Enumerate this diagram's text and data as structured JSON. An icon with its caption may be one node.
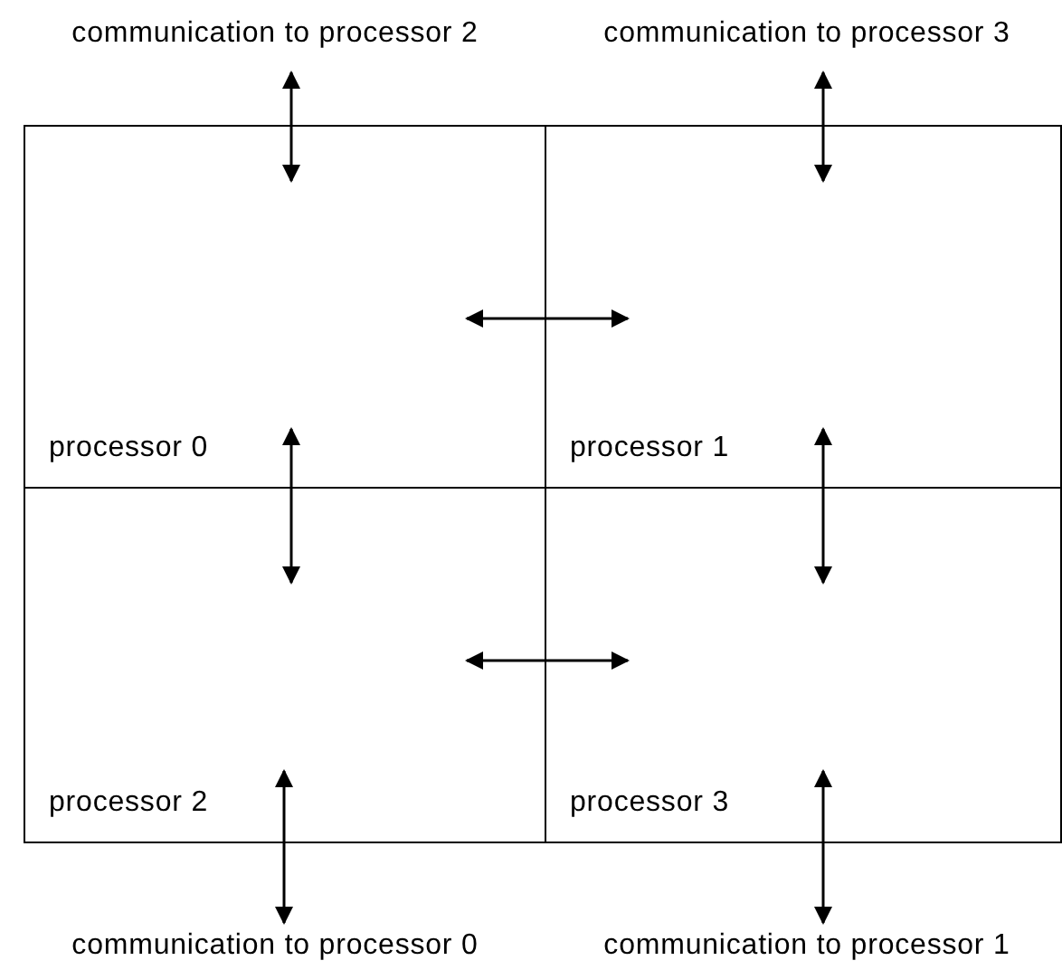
{
  "diagram": {
    "nodes": [
      {
        "text": [
          "communication to processor 2"
        ]
      },
      {
        "text": [
          "communication to processor 3"
        ]
      },
      {
        "text": [
          "processor 0"
        ]
      },
      {
        "text": [
          "processor 1"
        ]
      },
      {
        "text": [
          "processor 2"
        ]
      },
      {
        "text": [
          "processor 3"
        ]
      },
      {
        "text": [
          "communication to processor 0"
        ]
      },
      {
        "text": [
          "communication to processor 1"
        ]
      }
    ],
    "edges": [
      {
        "from": 0,
        "to": 2,
        "arrow": "both"
      },
      {
        "from": 1,
        "to": 3,
        "arrow": "both"
      },
      {
        "from": 2,
        "to": 3,
        "arrow": "both"
      },
      {
        "from": 2,
        "to": 4,
        "arrow": "both"
      },
      {
        "from": 3,
        "to": 5,
        "arrow": "both"
      },
      {
        "from": 4,
        "to": 5,
        "arrow": "both"
      },
      {
        "from": 4,
        "to": 6,
        "arrow": "both"
      },
      {
        "from": 5,
        "to": 7,
        "arrow": "both"
      }
    ]
  }
}
